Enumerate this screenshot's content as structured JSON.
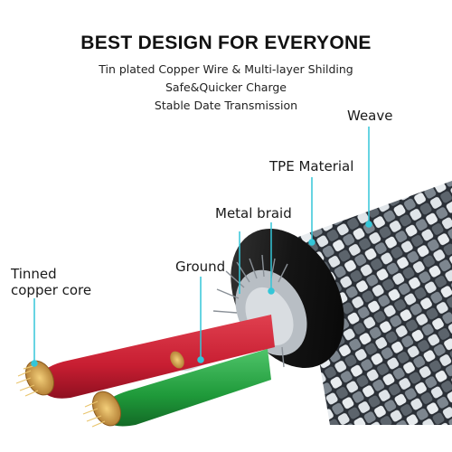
{
  "headline": "BEST DESIGN FOR EVERYONE",
  "features": [
    "Tin plated Copper Wire & Multi-layer Shilding",
    "Safe&Quicker Charge",
    "Stable Date Transmission"
  ],
  "callouts": {
    "weave": "Weave",
    "tpe": "TPE Material",
    "braid": "Metal braid",
    "ground": "Ground",
    "core_line1": "Tinned",
    "core_line2": "copper core"
  },
  "colors": {
    "callout_line": "#34c6d8",
    "red_wire": "#c81e32",
    "green_wire": "#1f9a3a",
    "white_wire": "#f2f2f2",
    "copper": "#d4a040",
    "tpe_jacket": "#141414"
  }
}
